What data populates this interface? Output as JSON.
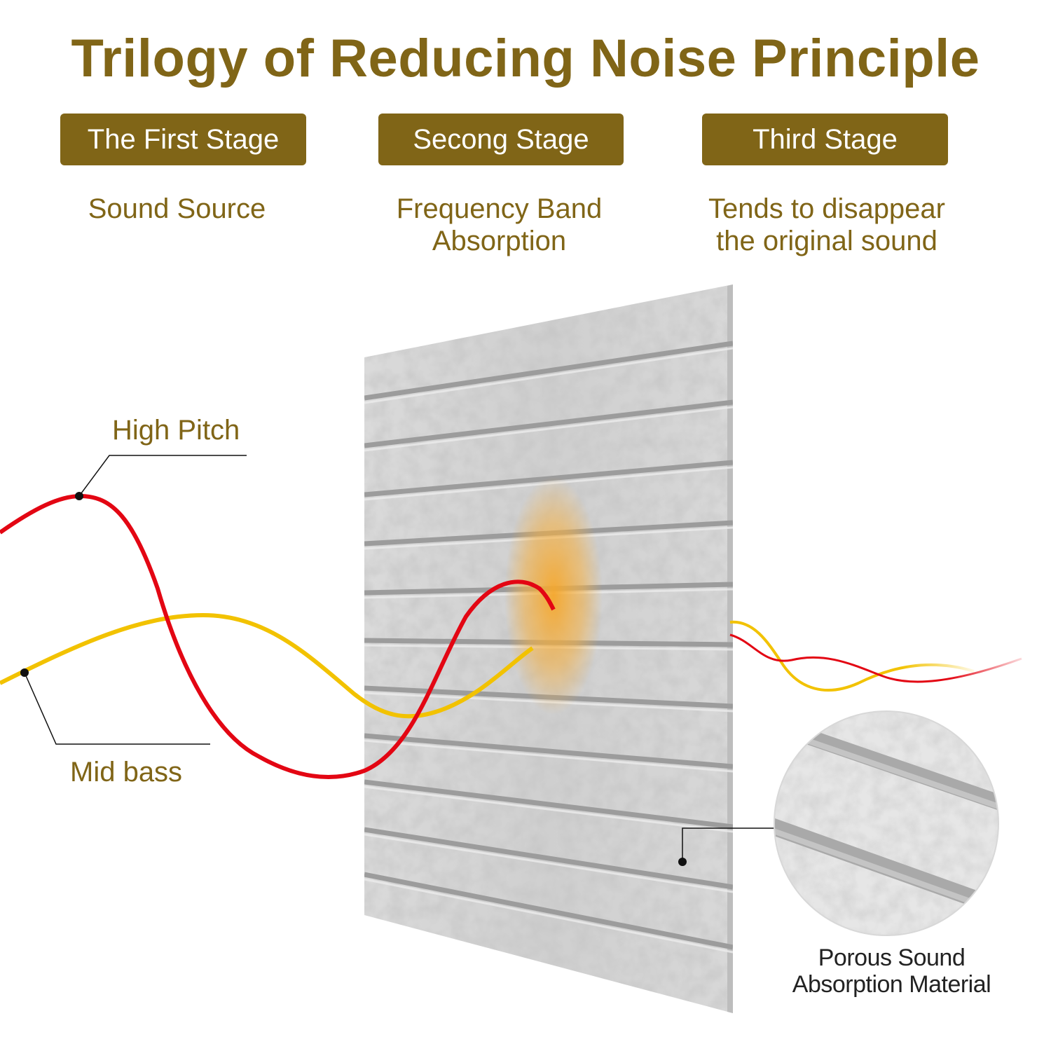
{
  "title": "Trilogy of Reducing Noise Principle",
  "stages": [
    {
      "label": "The First Stage",
      "description": [
        "Sound Source"
      ]
    },
    {
      "label": "Secong Stage",
      "description": [
        "Frequency Band",
        "Absorption"
      ]
    },
    {
      "label": "Third Stage",
      "description": [
        "Tends to disappear",
        "the original sound"
      ]
    }
  ],
  "waves": {
    "high_pitch_label": "High Pitch",
    "mid_bass_label": "Mid bass"
  },
  "material_callout": [
    "Porous Sound",
    "Absorption Material"
  ],
  "colors": {
    "accent": "#806517",
    "high_pitch_wave": "#e30613",
    "mid_bass_wave": "#f2c200",
    "panel": "#d3d3d3"
  }
}
